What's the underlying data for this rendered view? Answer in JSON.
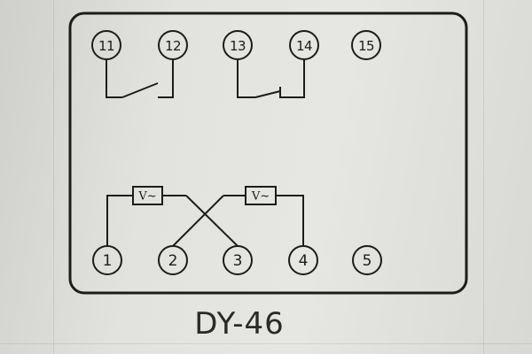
{
  "terminals": {
    "t11": "11",
    "t12": "12",
    "t13": "13",
    "t14": "14",
    "t15": "15",
    "t1": "1",
    "t2": "2",
    "t3": "3",
    "t4": "4",
    "t5": "5"
  },
  "coils": {
    "left": "V~",
    "right": "V~"
  },
  "model": "DY-46",
  "colors": {
    "ink": "#1c1c1c",
    "paper": "#e2e2de"
  }
}
